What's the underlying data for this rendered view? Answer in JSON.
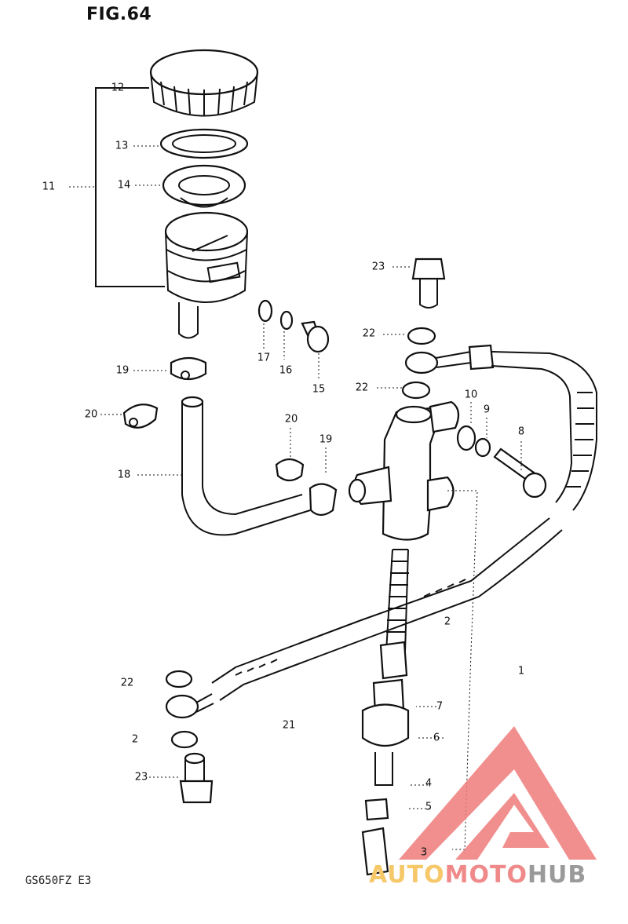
{
  "figure_title": "FIG.64",
  "model_code": "GS650FZ E3",
  "watermark": {
    "auto": "AUTO",
    "moto": "MOTO",
    "hub": "HUB"
  },
  "callouts": [
    {
      "id": "c12",
      "text": "12"
    },
    {
      "id": "c13",
      "text": "13"
    },
    {
      "id": "c14",
      "text": "14"
    },
    {
      "id": "c11",
      "text": "11"
    },
    {
      "id": "c23a",
      "text": "23"
    },
    {
      "id": "c22a",
      "text": "22"
    },
    {
      "id": "c22b",
      "text": "22"
    },
    {
      "id": "c17",
      "text": "17"
    },
    {
      "id": "c16",
      "text": "16"
    },
    {
      "id": "c15",
      "text": "15"
    },
    {
      "id": "c19a",
      "text": "19"
    },
    {
      "id": "c20a",
      "text": "20"
    },
    {
      "id": "c18",
      "text": "18"
    },
    {
      "id": "c20b",
      "text": "20"
    },
    {
      "id": "c19b",
      "text": "19"
    },
    {
      "id": "c10",
      "text": "10"
    },
    {
      "id": "c9",
      "text": "9"
    },
    {
      "id": "c8",
      "text": "8"
    },
    {
      "id": "c2a",
      "text": "2"
    },
    {
      "id": "c1",
      "text": "1"
    },
    {
      "id": "c22c",
      "text": "22"
    },
    {
      "id": "c21",
      "text": "21"
    },
    {
      "id": "c7",
      "text": "7"
    },
    {
      "id": "c6",
      "text": "6"
    },
    {
      "id": "c2b",
      "text": "2"
    },
    {
      "id": "c23b",
      "text": "23"
    },
    {
      "id": "c4",
      "text": "4"
    },
    {
      "id": "c5",
      "text": "5"
    },
    {
      "id": "c3",
      "text": "3"
    }
  ],
  "colors": {
    "ink": "#111111",
    "logo_red": "#ef7b7b",
    "logo_orange": "#f6c86a",
    "logo_gray": "#9a9a9a"
  }
}
